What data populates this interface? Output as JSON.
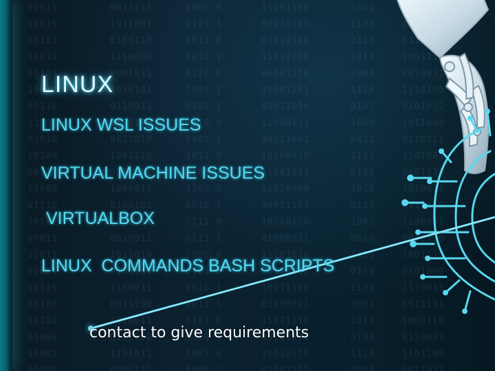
{
  "content": {
    "heading": "LINUX",
    "items": [
      "LINUX WSL ISSUES",
      "VIRTUAL MACHINE ISSUES",
      " VIRTUALBOX",
      "LINUX  COMMANDS BASH SCRIPTS"
    ],
    "cta": "contact to give requirements"
  },
  "background": {
    "binary_columns": [
      "01011\n10010\n00101\n11010\n01101\n10011\n00110\n11101\n01010\n10100\n00111\n11000\n01110\n10101\n00011\n11011\n01001\n10110\n00100\n11110\n01000\n10001\n00000",
      "0011111\n1011001\n0100110\n1110000\n0001011\n1010101\n0110011\n1100100\n0011010\n1001110\n0111001\n1000011\n0100101\n1101110\n0010011\n1011010\n0101101\n1100011\n0011100\n1010011\n0110100\n1101011\n0000111",
      "0000 0\n1101 1\n0011 0\n1010 1\n0110 0\n1001 1\n0101 1\n1110 0\n0001 1\n1011 0\n0100 1\n1100 0\n0010 1\n1111 0\n0111 1\n1000 0\n0101 0\n1010 1\n0011 1\n1101 0\n0110 1\n1001 0\n0000 1",
      "11101100\n00010111\n01110110\n11111000\n00101110\n10001101\n01011010\n11000111\n00111001\n10100010\n01101111\n11010000\n00011101\n10110110\n01000011\n11101010\n00110101\n10011100\n01100011\n11011110\n00101001\n10010110\n01001111",
      "1001\n1100\n0110\n1011\n0001\n1110\n0101\n1000\n0011\n1101\n0100\n1010\n0111\n1001\n0010\n1111\n0110\n1100\n0001\n1011\n0100\n1110\n0000",
      "0101101\n1100110\n0111001\n1001110\n0010011\n1110100\n0101011\n1011000\n0110111\n1101001\n0001110\n1010011\n0111100\n1100001\n0010110\n1001111\n0101000\n1110011\n0011101\n1000110\n0110001\n1101100\n0011011"
    ],
    "colors": {
      "accent": "#55d9f0",
      "glow": "#58e0ff",
      "background": "#0b2130",
      "robot": "#d8e8f0"
    }
  },
  "icons": {
    "robot": "robot-hand-icon",
    "network": "circuit-network-icon"
  }
}
